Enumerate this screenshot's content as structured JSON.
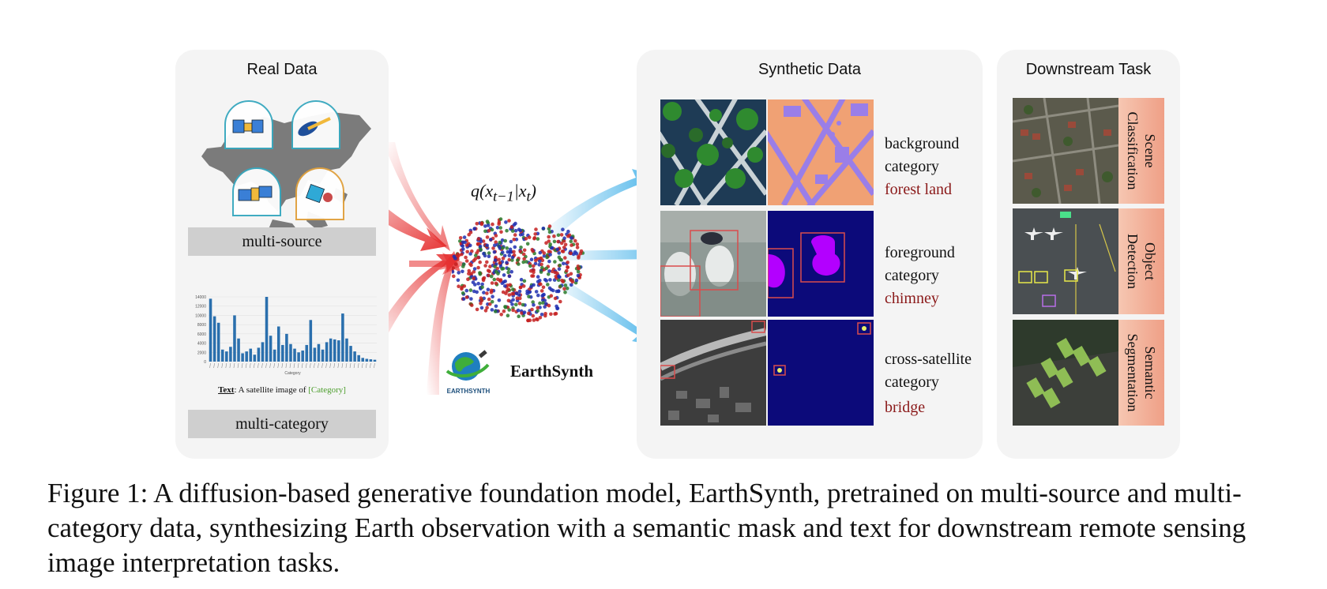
{
  "real_data": {
    "title": "Real Data",
    "multi_source_label": "multi-source",
    "multi_category_label": "multi-category",
    "prompt_prefix": "Text",
    "prompt_body": ": A satellite image of ",
    "prompt_category": "[Category]",
    "mini_chart": {
      "y_ticks": [
        "14000",
        "12000",
        "10000",
        "8000",
        "6000",
        "4000",
        "2000",
        "0"
      ],
      "xlabel": "Category",
      "values": [
        13600,
        9800,
        8400,
        2600,
        2200,
        3200,
        10000,
        5000,
        1800,
        2200,
        2800,
        1500,
        3000,
        4200,
        14000,
        5600,
        2600,
        7600,
        3600,
        6000,
        3800,
        2800,
        2000,
        2400,
        3600,
        9000,
        3000,
        3800,
        2600,
        4200,
        5000,
        4800,
        4600,
        10400,
        5000,
        3400,
        2200,
        1400,
        800,
        600,
        500,
        400
      ]
    }
  },
  "model": {
    "formula": "q(x<sub>t−1</sub>|x<sub>t</sub>)",
    "name": "EarthSynth",
    "logo_text": "EARTHSYNTH"
  },
  "synthetic_data": {
    "title": "Synthetic Data",
    "rows": [
      {
        "line1": "background",
        "line2": "category",
        "category": "forest land"
      },
      {
        "line1": "foreground",
        "line2": "category",
        "category": "chimney"
      },
      {
        "line1": "cross-satellite",
        "line2": "category",
        "category": "bridge"
      }
    ]
  },
  "downstream": {
    "title": "Downstream Task",
    "tasks": [
      {
        "line1": "Scene",
        "line2": "Classification"
      },
      {
        "line1": "Object",
        "line2": "Detection"
      },
      {
        "line1": "Semantic",
        "line2": "Segmentation"
      }
    ]
  },
  "caption": "Figure 1: A diffusion-based generative foundation model, EarthSynth, pretrained on multi-source and multi-category data, synthesizing Earth observation with a semantic mask and text for downstream remote sensing image interpretation tasks.",
  "colors": {
    "panel_bg": "#f4f4f4",
    "label_bg": "#cfcfcf",
    "category_text": "#8b1a1a",
    "task_strip": "#ef9f86",
    "bar": "#2a6fad",
    "red_arrow": "#e52b2b",
    "blue_arrow": "#4fb6ea",
    "mask_purple": "#9a7ee8",
    "mask_orange": "#f0a174",
    "mask_navy": "#0c0a7a",
    "mask_magenta": "#b300ff"
  }
}
